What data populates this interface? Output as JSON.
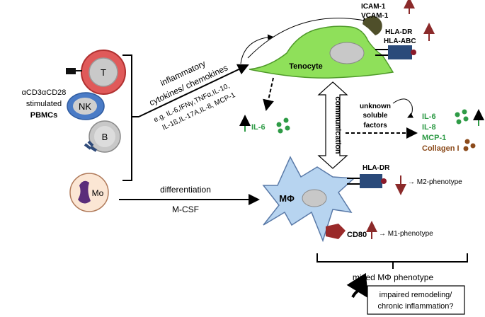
{
  "pbmc": {
    "line1": "αCD3αCD28",
    "line2": "stimulated",
    "line3": "PBMCs"
  },
  "cells": {
    "t": "T",
    "nk": "NK",
    "b": "B",
    "mo": "Mo",
    "tenocyte": "Tenocyte",
    "macrophage": "MΦ"
  },
  "cytokines": {
    "line1": "inflammatory",
    "line2": "cytokines/ chemokines",
    "line3": "e.g. IL-6,IFNγ,TNFα,IL-10,",
    "line4": "IL-1ß,IL-17A,IL-8, MCP-1"
  },
  "tenocyte_markers": {
    "icam": "ICAM-1",
    "vcam": "VCAM-1",
    "hladr": "HLA-DR",
    "hlaabc": "HLA-ABC"
  },
  "il6_left": "IL-6",
  "communication": "communication",
  "unknown": {
    "line1": "unknown",
    "line2": "soluble",
    "line3": "factors"
  },
  "secreted": {
    "il6": "IL-6",
    "il8": "IL-8",
    "mcp1": "MCP-1",
    "collagen": "Collagen I"
  },
  "differentiation": {
    "top": "differentiation",
    "bottom": "M-CSF"
  },
  "macrophage_markers": {
    "hladr": "HLA-DR",
    "m2": "→ M2-phenotype",
    "cd80": "CD80",
    "m1": "→ M1-phenotype"
  },
  "outcome": {
    "mixed": "mixed  MΦ phenotype",
    "box_line1": "impaired remodeling/",
    "box_line2": "chronic inflammation?"
  },
  "colors": {
    "green_text": "#2E9B46",
    "red_arrow": "#8B2A2A",
    "tenocyte_fill": "#8FE05A",
    "macrophage_fill": "#B7D4F0"
  }
}
